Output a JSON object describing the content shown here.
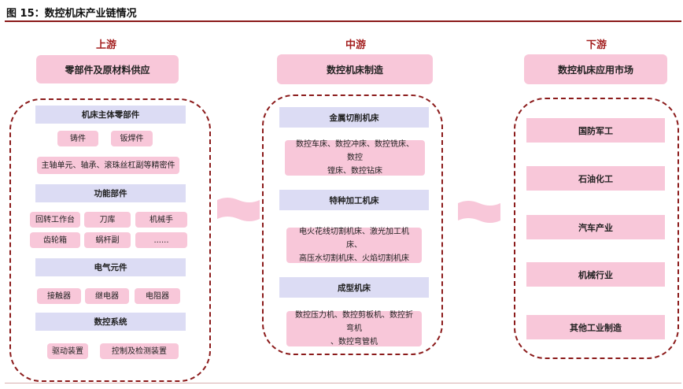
{
  "figure_title": "图 15：数控机床产业链情况",
  "upstream": {
    "stage": "上游",
    "header": "零部件及原材料供应",
    "sections": [
      {
        "title": "机床主体零部件",
        "items": [
          "铸件",
          "钣焊件",
          "主轴单元、轴承、滚珠丝杠副等精密件"
        ]
      },
      {
        "title": "功能部件",
        "items": [
          "回转工作台",
          "刀库",
          "机械手",
          "齿轮箱",
          "蜗杆副",
          "......"
        ]
      },
      {
        "title": "电气元件",
        "items": [
          "接触器",
          "继电器",
          "电阻器"
        ]
      },
      {
        "title": "数控系统",
        "items": [
          "驱动装置",
          "控制及检测装置"
        ]
      }
    ]
  },
  "midstream": {
    "stage": "中游",
    "header": "数控机床制造",
    "sections": [
      {
        "title": "金属切削机床",
        "lines": [
          "数控车床、数控冲床、数控铣床、数控",
          "镗床、数控钻床"
        ]
      },
      {
        "title": "特种加工机床",
        "lines": [
          "电火花线切割机床、激光加工机床、",
          "高压水切割机床、火焰切割机床"
        ]
      },
      {
        "title": "成型机床",
        "lines": [
          "数控压力机、数控剪板机、数控折弯机",
          "、数控弯管机"
        ]
      }
    ]
  },
  "downstream": {
    "stage": "下游",
    "header": "数控机床应用市场",
    "items": [
      "国防军工",
      "石油化工",
      "汽车产业",
      "机械行业",
      "其他工业制造"
    ]
  },
  "colors": {
    "pink": "#f8c7d9",
    "lavender": "#dcdcf4",
    "dash_border": "#8b1a1a",
    "stage_text": "#a42020"
  }
}
